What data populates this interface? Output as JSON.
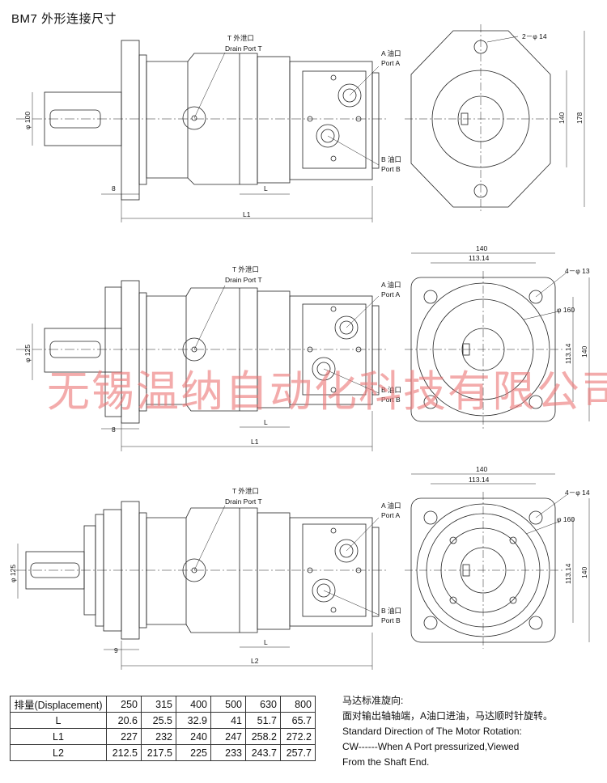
{
  "title": "BM7  外形连接尺寸",
  "watermark": "无锡温纳自动化科技有限公司",
  "views": [
    {
      "drain_cn": "T 外泄口",
      "drain_en": "Drain Port T",
      "porta_cn": "A 油口",
      "porta_en": "Port A",
      "portb_cn": "B 油口",
      "portb_en": "Port B",
      "shaft_dia": "φ 100",
      "flange_w": "8",
      "len_l": "L",
      "len_total": "L1",
      "end_holes": "2－φ 14",
      "end_h1": "140",
      "end_h2": "178"
    },
    {
      "drain_cn": "T  外泄口",
      "drain_en": "Drain Port T",
      "porta_cn": "A 油口",
      "porta_en": "Port A",
      "portb_cn": "B 油口",
      "portb_en": "Port B",
      "shaft_dia": "φ 125",
      "flange_w": "8",
      "len_l": "L",
      "len_total": "L1",
      "end_w1": "140",
      "end_w2": "113.14",
      "end_holes": "4－φ 13",
      "end_pcd": "φ 160",
      "end_h1": "113.14",
      "end_h2": "140"
    },
    {
      "drain_cn": "T  外泄口",
      "drain_en": "Drain Port T",
      "porta_cn": "A 油口",
      "porta_en": "Port A",
      "portb_cn": "B 油口",
      "portb_en": "Port B",
      "shaft_dia": "φ 125",
      "flange_w": "9",
      "len_l": "L",
      "len_total": "L2",
      "end_w1": "140",
      "end_w2": "113.14",
      "end_holes": "4－φ 14",
      "end_pcd": "φ 160",
      "end_h1": "113.14",
      "end_h2": "140"
    }
  ],
  "table": {
    "header": [
      "排量(Displacement)",
      "250",
      "315",
      "400",
      "500",
      "630",
      "800"
    ],
    "rows": [
      [
        "L",
        "20.6",
        "25.5",
        "32.9",
        "41",
        "51.7",
        "65.7"
      ],
      [
        "L1",
        "227",
        "232",
        "240",
        "247",
        "258.2",
        "272.2"
      ],
      [
        "L2",
        "212.5",
        "217.5",
        "225",
        "233",
        "243.7",
        "257.7"
      ]
    ]
  },
  "note": {
    "line1": "马达标准旋向:",
    "line2": "面对输出轴轴端，A油口进油，马达顺时针旋转。",
    "line3": "Standard Direction of The Motor Rotation:",
    "line4": "CW------When A Port pressurized,Viewed",
    "line5": "From the Shaft End."
  }
}
